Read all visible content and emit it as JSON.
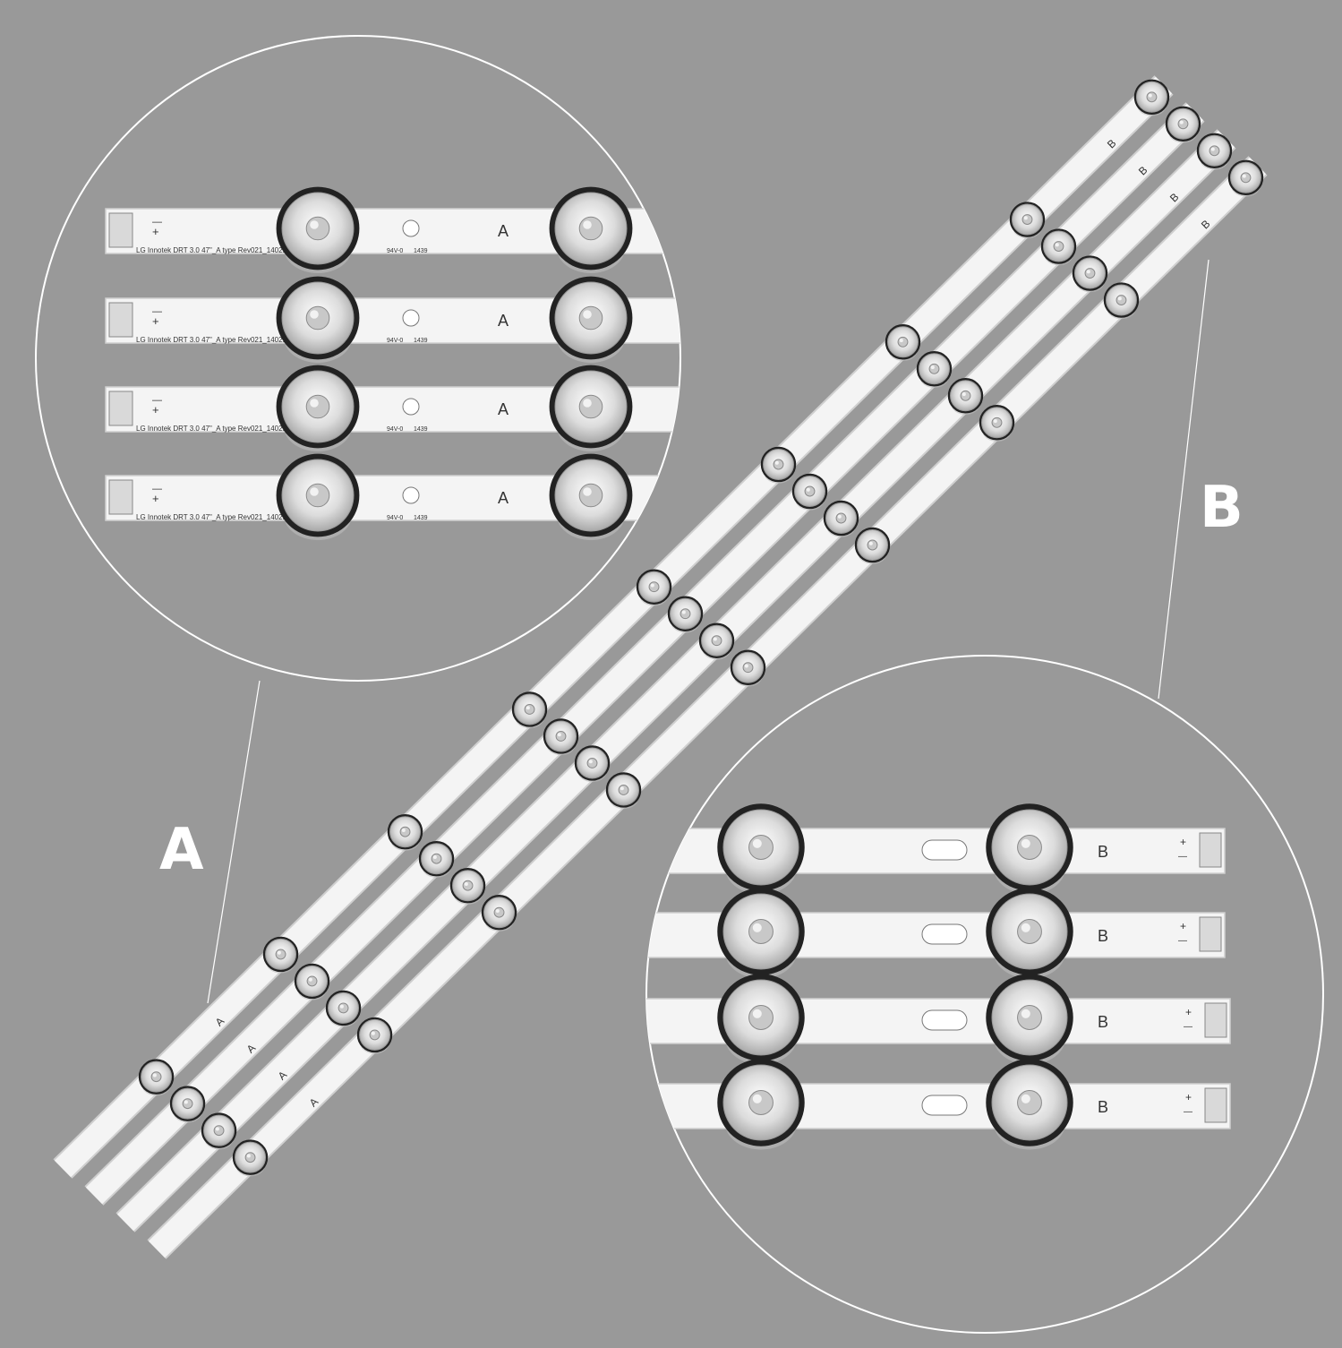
{
  "colors": {
    "background": "#999999",
    "strip": "#f4f4f4",
    "strip_edge": "#cfcfcf",
    "lens": "#e6e6e6",
    "lens_ring": "#222222",
    "circle_outline": "#ffffff",
    "label": "#ffffff"
  },
  "labels": {
    "group_a": "A",
    "group_b": "B"
  },
  "strip_a": {
    "marking": "A",
    "print_text": "LG Innotek DRT 3.0 47\"_A type Rev021_140218",
    "code_text": "94V-0",
    "date_text": "1439",
    "polarity_minus": "—",
    "polarity_plus": "+",
    "count": 4
  },
  "strip_b": {
    "marking": "B",
    "polarity_minus": "—",
    "polarity_plus": "+",
    "count": 4
  }
}
